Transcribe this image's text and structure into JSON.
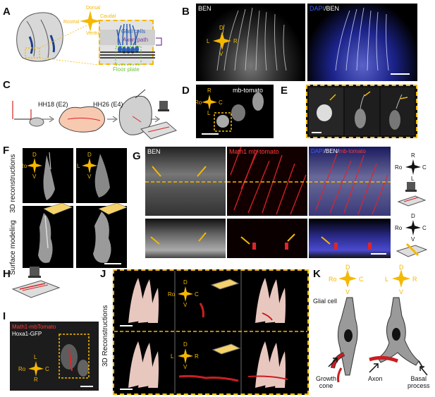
{
  "panel_labels": {
    "a": "A",
    "b": "B",
    "c": "C",
    "d": "D",
    "e": "E",
    "f": "F",
    "g": "G",
    "h": "H",
    "i": "I",
    "j": "J",
    "k": "K"
  },
  "panel_a": {
    "axis_dorsal": "Dorsal",
    "axis_ventral": "Ventral",
    "axis_rostral": "Rostral",
    "axis_caudal": "Caudal",
    "legend_glial": "Glial cells",
    "legend_axon": "Axon path",
    "legend_floor": "Floor plate"
  },
  "panel_b": {
    "label_left": "BEN",
    "label_right_dapi": "DAPI",
    "label_right_sep": "/",
    "label_right_ben": "BEN",
    "axis_d": "D",
    "axis_v": "V",
    "axis_l": "L",
    "axis_r": "R"
  },
  "panel_c": {
    "stage1": "HH18 (E2)",
    "stage2": "HH26 (E4)"
  },
  "panel_d": {
    "label": "mb-tomato",
    "axis_r": "R",
    "axis_l": "L",
    "axis_ro": "Ro",
    "axis_c": "C"
  },
  "panel_f": {
    "row1": "3D reconstructions",
    "row2": "Surface modeling",
    "axis_d": "D",
    "axis_v": "V",
    "axis_ro": "Ro",
    "axis_l": "L"
  },
  "panel_g": {
    "label_ben": "BEN",
    "label_math1": "Math1 mb-tomato",
    "label_dapi": "DAPI",
    "label_sep1": "/",
    "label_ben2": "BEN",
    "label_sep2": "/",
    "label_mb": "mb-tomato",
    "axis_r": "R",
    "axis_l": "L",
    "axis_ro": "Ro",
    "axis_c": "C",
    "axis_d": "D",
    "axis_v": "V"
  },
  "panel_i": {
    "label1": "Math1-mbTomato",
    "label2": "Hoxa1-GFP",
    "axis_l": "L",
    "axis_r": "R",
    "axis_ro": "Ro",
    "axis_c": "C"
  },
  "panel_j": {
    "side_label": "3D Reconstructions",
    "axis_d": "D",
    "axis_v": "V",
    "axis_ro": "Ro",
    "axis_c": "C",
    "axis_l": "L",
    "axis_r": "R"
  },
  "panel_k": {
    "glial": "Glial cell",
    "growth_cone": "Growth\ncone",
    "axon": "Axon",
    "basal": "Basal\nprocess",
    "axis_d": "D",
    "axis_v": "V",
    "axis_ro": "Ro",
    "axis_c": "C",
    "axis_l": "L",
    "axis_r": "R"
  },
  "colors": {
    "accent": "#f5b800",
    "tomato": "#e0242a",
    "dapi": "#2742ff",
    "glia": "#2a5fb5",
    "floor": "#6ec23a",
    "axon": "#7a3a9a"
  }
}
